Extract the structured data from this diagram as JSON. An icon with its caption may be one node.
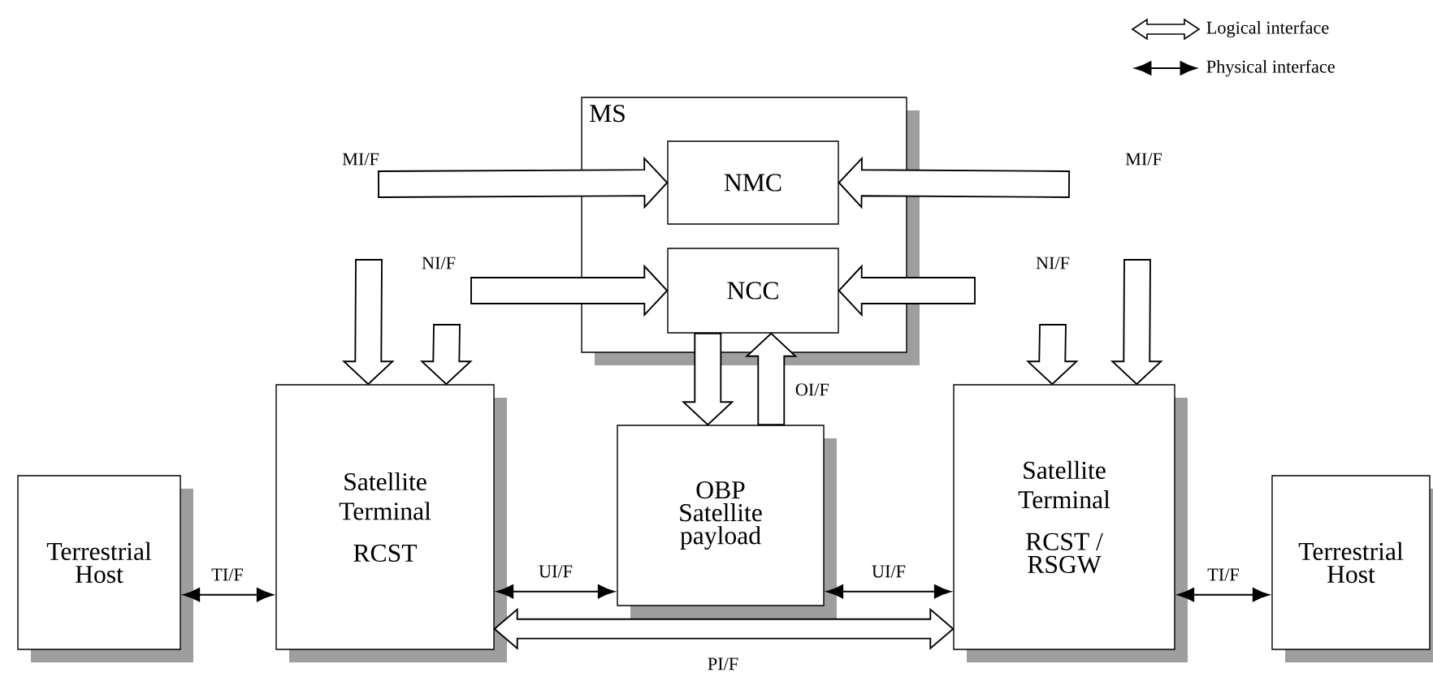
{
  "diagram": {
    "nodes": [
      {
        "text": [
          "MS"
        ]
      },
      {
        "text": [
          "NMC"
        ],
        "in": 0
      },
      {
        "text": [
          "NCC"
        ],
        "in": 0
      },
      {
        "text": [
          "Terrestrial Host"
        ]
      },
      {
        "text": [
          "Satellite Terminal",
          "RCST"
        ]
      },
      {
        "text": [
          "OBP Satellite payload"
        ]
      },
      {
        "text": [
          "Satellite Terminal",
          "RCST / RSGW"
        ]
      },
      {
        "text": [
          "Terrestrial Host"
        ]
      }
    ],
    "edges": [
      {
        "from": null,
        "to": 1,
        "arrow": "to",
        "style": "thick"
      },
      {
        "from": null,
        "to": 4,
        "arrow": "to",
        "style": "thick"
      },
      {
        "from": null,
        "to": 2,
        "arrow": "to",
        "style": "thick"
      },
      {
        "from": null,
        "to": 4,
        "arrow": "to",
        "style": "thick"
      },
      {
        "from": null,
        "to": 1,
        "arrow": "to",
        "style": "thick"
      },
      {
        "from": null,
        "to": 6,
        "arrow": "to",
        "style": "thick"
      },
      {
        "from": null,
        "to": 2,
        "arrow": "to",
        "style": "thick"
      },
      {
        "from": null,
        "to": 6,
        "arrow": "to",
        "style": "thick"
      },
      {
        "from": 2,
        "to": 5,
        "arrow": "to",
        "style": "thick"
      },
      {
        "from": 5,
        "to": 2,
        "arrow": "to",
        "style": "thick",
        "label": "OI/F"
      },
      {
        "from": 3,
        "to": 4,
        "arrow": "both",
        "label": "TI/F"
      },
      {
        "from": 4,
        "to": 5,
        "arrow": "both",
        "label": "UI/F"
      },
      {
        "from": 5,
        "to": 6,
        "arrow": "both",
        "label": "UI/F"
      },
      {
        "from": 6,
        "to": 7,
        "arrow": "both",
        "label": "TI/F"
      },
      {
        "from": 4,
        "to": 6,
        "arrow": "both",
        "style": "thick",
        "label": "PI/F"
      }
    ],
    "labels": [
      "MI/F",
      "MI/F",
      "NI/F",
      "NI/F"
    ],
    "legend": [
      {
        "text": "Logical interface"
      },
      {
        "text": "Physical interface"
      }
    ]
  }
}
